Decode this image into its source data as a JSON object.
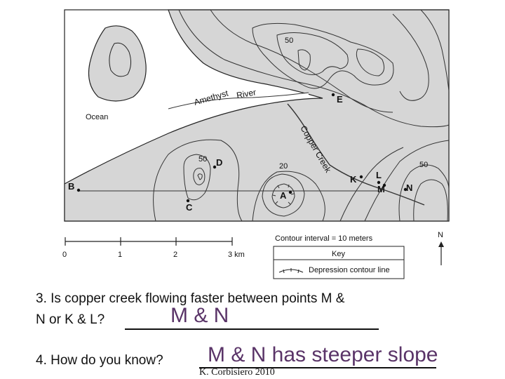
{
  "map": {
    "labels": {
      "ocean": "Ocean",
      "amethyst": "Amethyst",
      "river": "River",
      "copper_creek": "Copper Creek",
      "contour_50_top": "50",
      "contour_50_left": "50",
      "contour_50_right": "50",
      "contour_20": "20"
    },
    "points": {
      "A": "A",
      "B": "B",
      "C": "C",
      "D": "D",
      "E": "E",
      "K": "K",
      "L": "L",
      "M": "M",
      "N": "N"
    },
    "scale": {
      "t0": "0",
      "t1": "1",
      "t2": "2",
      "t3": "3 km"
    },
    "contour_interval": "Contour interval = 10 meters",
    "key_title": "Key",
    "key_item": "Depression contour line",
    "north": "N"
  },
  "questions": {
    "q3_line1": "3.  Is copper creek flowing faster between points M &",
    "q3_line2": "N or K & L?",
    "q3_answer": "M & N",
    "q4_text": "4.  How do you know?",
    "q4_answer": "M & N has steeper slope"
  },
  "credit": "K. Corbisiero 2010",
  "colors": {
    "land": "#d6d6d6",
    "ocean": "#ffffff",
    "answer": "#5a3468"
  }
}
